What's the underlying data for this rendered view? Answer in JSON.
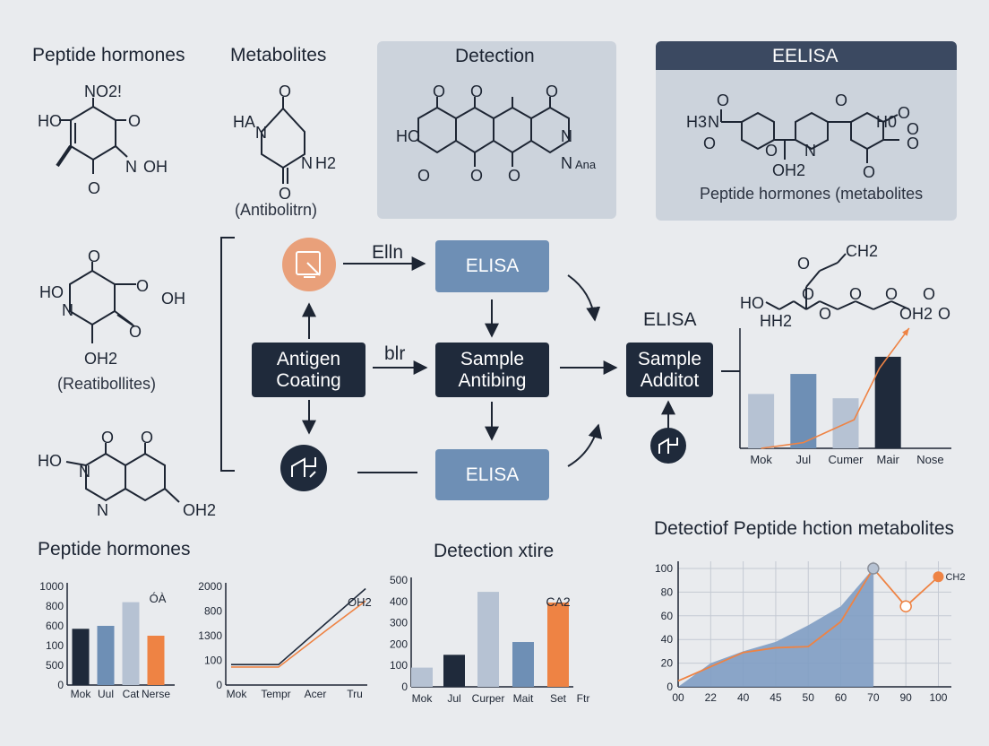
{
  "headers": {
    "peptide": "Peptide hormones",
    "metabolites": "Metabolites",
    "detection": "Detection",
    "eelisa": "EELISA"
  },
  "captions": {
    "antibolitrn": "(Antibolitrn)",
    "reatibollites": "(Reatibollites)",
    "panel_caption": "Peptide hormones (metabolites"
  },
  "flow": {
    "eln": "Elln",
    "blr": "blr",
    "elisa_top": "ELISA",
    "elisa_bottom": "ELISA",
    "antigen_coating": "Antigen\nCoating",
    "sample_antibing": "Sample\nAntibing",
    "sample_additot": "Sample\nAdditot",
    "elisa_label": "ELISA"
  },
  "colors": {
    "dark": "#1f2a3b",
    "blue": "#6e8fb5",
    "light": "#b6c2d3",
    "orange": "#ee8344",
    "panel": "#ccd3dc",
    "panel_dark": "#3b4961",
    "area": "#7f9dc3"
  },
  "icons": [
    "beaker-icon",
    "antibody-icon",
    "antibody-icon-small"
  ],
  "mol_labels": {
    "m1": [
      "NO2!",
      "HO",
      "O",
      "N",
      "OH",
      "O"
    ],
    "m2": [
      "O",
      "HA",
      "N",
      "N",
      "H2",
      "O"
    ],
    "m3": [
      "O",
      "O",
      "O",
      "HO",
      "N",
      "O",
      "O",
      "O",
      "N",
      "Ana"
    ],
    "m4": [
      "O",
      "O",
      "H3",
      "N",
      "O",
      "O",
      "N",
      "OH2",
      "H0",
      "O",
      "O",
      "O",
      "O"
    ],
    "m5": [
      "O",
      "HO",
      "N",
      "O",
      "OH",
      "O",
      "OH2"
    ],
    "m6": [
      "O",
      "O",
      "HO",
      "N",
      "N",
      "OH2"
    ],
    "m7": [
      "O",
      "CH2",
      "HO",
      "HH2",
      "O",
      "O",
      "O",
      "O",
      "O",
      "OH2",
      "O"
    ]
  },
  "chart_data": [
    {
      "type": "bar",
      "title": "",
      "categories": [
        "Mok",
        "Jul",
        "Cumer",
        "Mair",
        "Nose"
      ],
      "values": [
        190,
        260,
        175,
        320,
        0
      ],
      "colors": [
        "#b6c2d3",
        "#6e8fb5",
        "#b6c2d3",
        "#1f2a3b",
        "#b6c2d3"
      ],
      "trend": {
        "x": [
          0.5,
          1.5,
          2.7,
          3.3,
          4.0
        ],
        "y": [
          0,
          20,
          100,
          280,
          420
        ]
      },
      "ylim": [
        0,
        420
      ],
      "grid": false
    },
    {
      "type": "bar",
      "title": "Peptide hormones",
      "categories": [
        "Mok",
        "Uul",
        "Cat",
        "Nerse"
      ],
      "values": [
        570,
        600,
        840,
        500
      ],
      "colors": [
        "#1f2a3b",
        "#6e8fb5",
        "#b6c2d3",
        "#ee8344"
      ],
      "yticks": [
        "1000",
        "800",
        "600",
        "100",
        "500",
        "0"
      ],
      "annotation": "ÓÀ",
      "ylim": [
        0,
        1000
      ],
      "grid": false
    },
    {
      "type": "line",
      "title": "",
      "categories": [
        "Mok",
        "Tempr",
        "Acer",
        "Tru"
      ],
      "yticks": [
        "2000",
        "800",
        "1300",
        "100",
        "0"
      ],
      "series": [
        {
          "color": "#1f2a3b",
          "x": [
            0,
            1.2,
            2.4,
            3.4
          ],
          "y": [
            0.16,
            0.16,
            1.0,
            1.7
          ]
        },
        {
          "color": "#ee8344",
          "x": [
            0,
            1.2,
            2.4,
            3.4
          ],
          "y": [
            0.11,
            0.11,
            0.85,
            1.45
          ]
        }
      ],
      "annotation": "OH2",
      "grid": false
    },
    {
      "type": "bar",
      "title": "Detection xtire",
      "categories": [
        "Mok",
        "Jul",
        "Curper",
        "Mait",
        "Set",
        "Ftr"
      ],
      "values": [
        90,
        150,
        445,
        210,
        395,
        0
      ],
      "colors": [
        "#b6c2d3",
        "#1f2a3b",
        "#b6c2d3",
        "#6e8fb5",
        "#ee8344",
        "#b6c2d3"
      ],
      "yticks": [
        "500",
        "400",
        "300",
        "200",
        "100",
        "0"
      ],
      "annotation": "CA2",
      "ylim": [
        0,
        500
      ],
      "grid": false
    },
    {
      "type": "area",
      "title": "Detectiof Peptide hction metabolites",
      "x": [
        "00",
        "22",
        "40",
        "45",
        "50",
        "60",
        "70",
        "90",
        "100"
      ],
      "area": [
        0,
        20,
        30,
        38,
        52,
        68,
        100
      ],
      "line": [
        {
          "x": 0,
          "y": 5
        },
        {
          "x": 1,
          "y": 17
        },
        {
          "x": 2,
          "y": 29
        },
        {
          "x": 3,
          "y": 33
        },
        {
          "x": 4,
          "y": 34
        },
        {
          "x": 5,
          "y": 55
        },
        {
          "x": 6,
          "y": 100
        },
        {
          "x": 7,
          "y": 68
        },
        {
          "x": 8,
          "y": 93
        }
      ],
      "yticks": [
        "100",
        "80",
        "60",
        "40",
        "20",
        "0"
      ],
      "annotation": "CH2",
      "ylim": [
        0,
        100
      ],
      "grid": true
    }
  ]
}
